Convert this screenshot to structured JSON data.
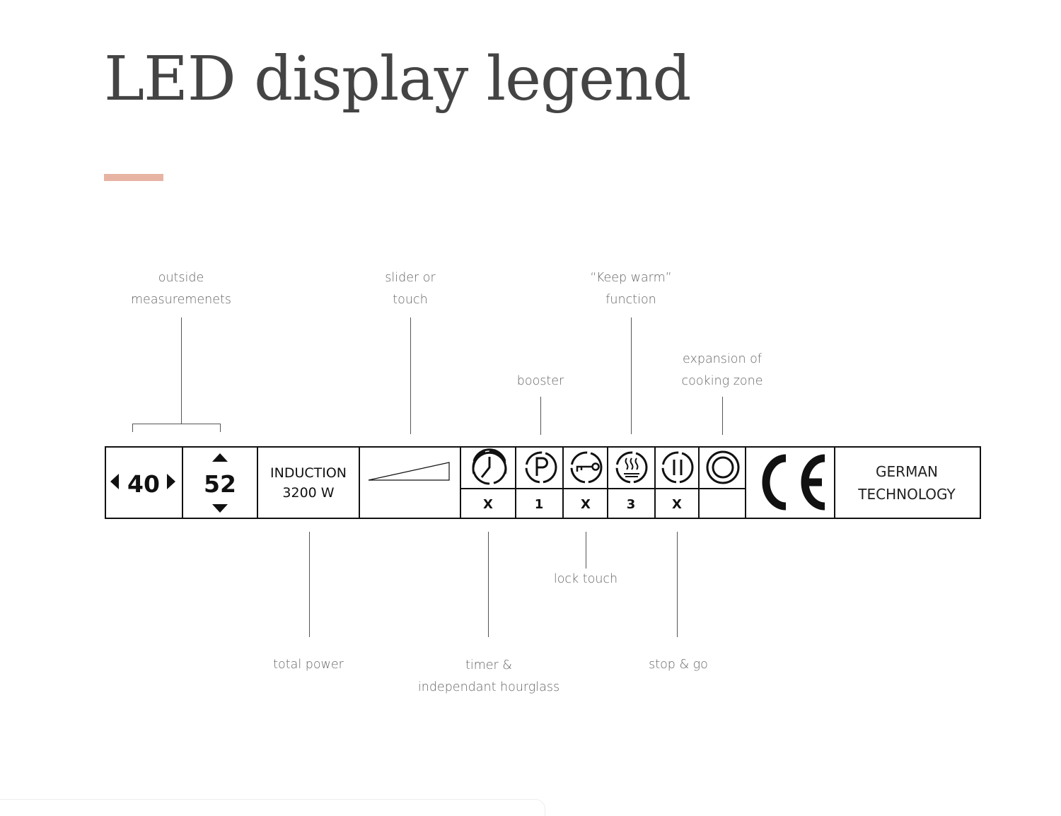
{
  "title": "LED display legend",
  "colors": {
    "accent": "#e7b3a3",
    "text": "#444444",
    "annotation": "#666666",
    "lines": "#111111"
  },
  "panel": {
    "width_value": "40",
    "depth_value": "52",
    "power_line1": "INDUCTION",
    "power_line2": "3200 W",
    "features": [
      {
        "icon": "clock-icon",
        "value": "X"
      },
      {
        "icon": "booster-p-icon",
        "value": "1"
      },
      {
        "icon": "key-lock-icon",
        "value": "X"
      },
      {
        "icon": "keep-warm-icon",
        "value": "3"
      },
      {
        "icon": "pause-icon",
        "value": "X"
      },
      {
        "icon": "double-circle-icon",
        "value": ""
      }
    ],
    "certification": "CE",
    "brand_line1": "GERMAN",
    "brand_line2": "TECHNOLOGY"
  },
  "annotations": {
    "outside_measurements": [
      "outside",
      "measuremenets"
    ],
    "slider": [
      "slider or",
      "touch"
    ],
    "keep_warm": [
      "“Keep warm”",
      "function"
    ],
    "booster": [
      "booster"
    ],
    "expansion": [
      "expansion of",
      "cooking zone"
    ],
    "total_power": [
      "total power"
    ],
    "timer": [
      "timer &",
      "independant hourglass"
    ],
    "lock": [
      "lock touch"
    ],
    "stop_go": [
      "stop & go"
    ]
  }
}
